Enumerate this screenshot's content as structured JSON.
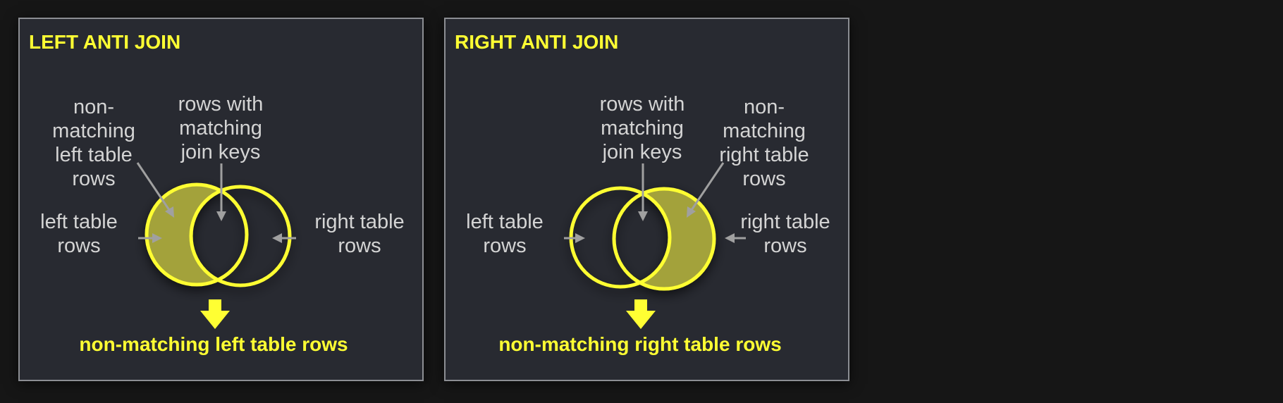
{
  "left_panel": {
    "title": "LEFT ANTI JOIN",
    "nonmatching_label": [
      "non-",
      "matching",
      "left table",
      "rows"
    ],
    "matching_label": [
      "rows with",
      "matching",
      "join keys"
    ],
    "left_rows_label": [
      "left table",
      "rows"
    ],
    "right_rows_label": [
      "right table",
      "rows"
    ],
    "result": "non-matching left table rows"
  },
  "right_panel": {
    "title": "RIGHT ANTI JOIN",
    "matching_label": [
      "rows with",
      "matching",
      "join keys"
    ],
    "nonmatching_label": [
      "non-",
      "matching",
      "right table",
      "rows"
    ],
    "left_rows_label": [
      "left table",
      "rows"
    ],
    "right_rows_label": [
      "right table",
      "rows"
    ],
    "result": "non-matching right table rows"
  },
  "colors": {
    "accent": "#ffff33",
    "fill": "#a3a23a",
    "label": "#d4d4d4",
    "arrow": "#a0a0a0",
    "panel_bg": "#282a31",
    "page_bg": "#161616"
  }
}
